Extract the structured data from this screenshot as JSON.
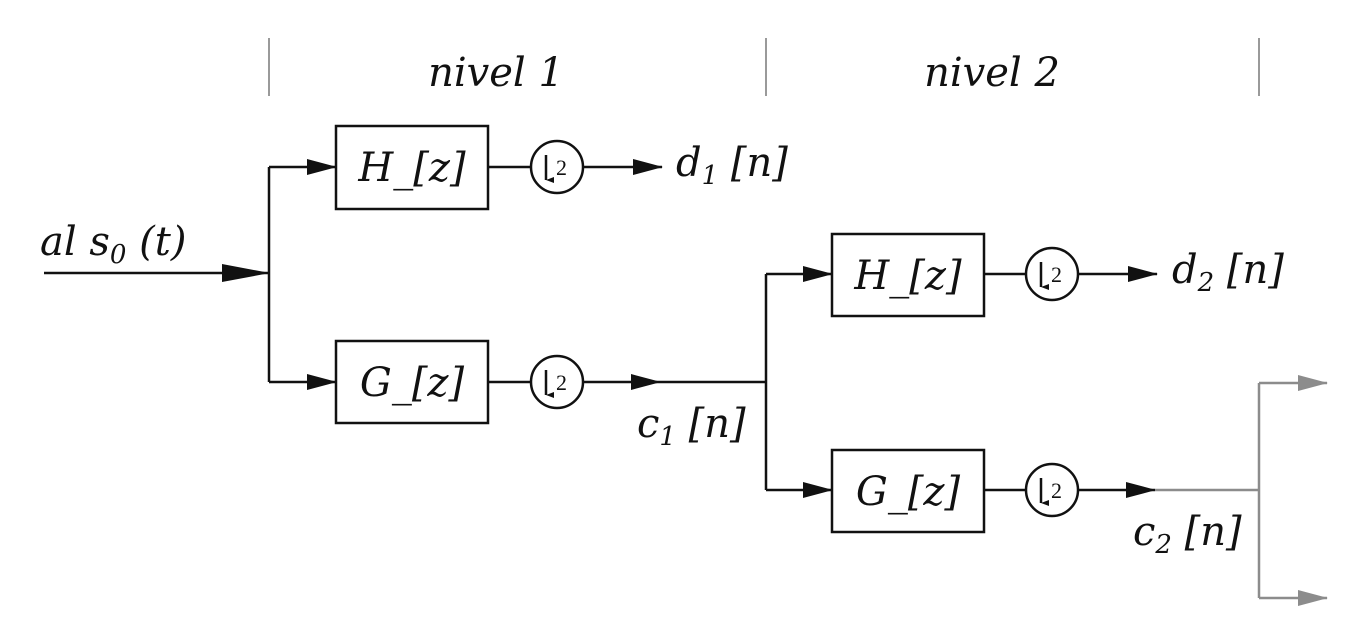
{
  "levels": {
    "level_1": "nivel 1",
    "level_2": "nivel 2"
  },
  "input": {
    "prefix": "al s",
    "subscript": "0",
    "suffix": " (t)"
  },
  "level1": {
    "h_filter": "H_[z]",
    "g_filter": "G_[z]",
    "d_output": {
      "base": "d",
      "subscript": "1",
      "suffix": " [n]"
    },
    "c_output": {
      "base": "c",
      "subscript": "1",
      "suffix": " [n]"
    }
  },
  "level2": {
    "h_filter": "H_[z]",
    "g_filter": "G_[z]",
    "d_output": {
      "base": "d",
      "subscript": "2",
      "suffix": " [n]"
    },
    "c_output": {
      "base": "c",
      "subscript": "2",
      "suffix": " [n]"
    }
  },
  "downsample_factor": "2",
  "colors": {
    "line": "#111111",
    "continuation": "#8c8c8c",
    "separator": "#9a9a9a"
  }
}
